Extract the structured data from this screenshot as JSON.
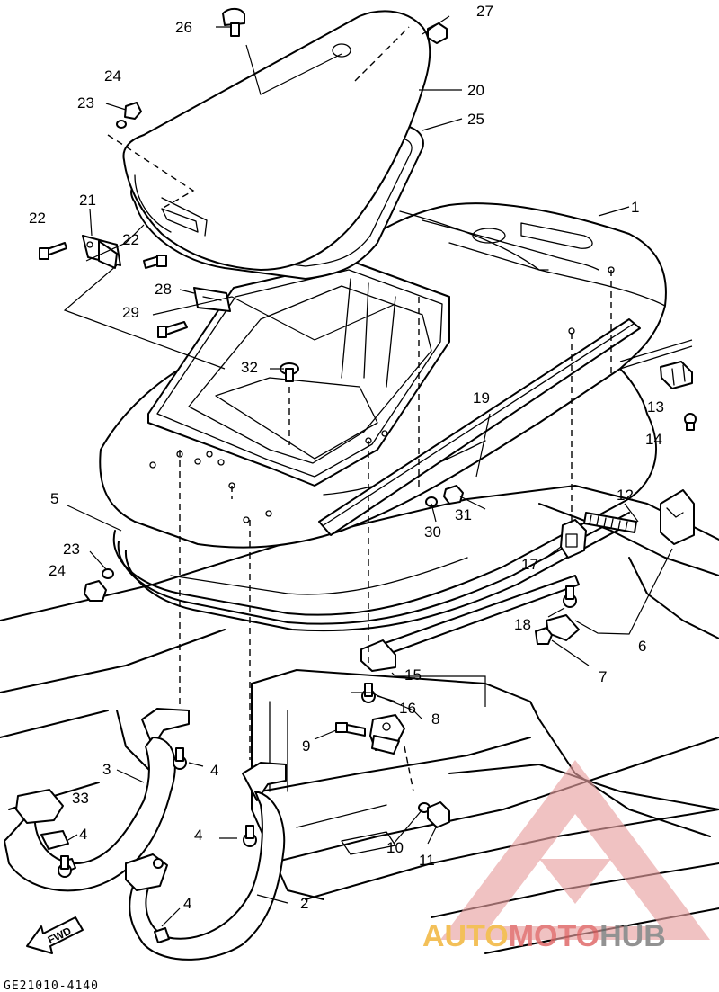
{
  "diagram": {
    "code": "GE21010-4140",
    "fwd_label": "FWD",
    "watermark": {
      "part1": "AUTO",
      "part2": "MOTO",
      "part3": "HUB",
      "color1": "#f2b63d",
      "color2": "#e06a6a",
      "color3": "#7f7f7f",
      "triangle_color": "#e8a0a0"
    },
    "callouts": [
      "26",
      "27",
      "20",
      "24",
      "23",
      "25",
      "1",
      "21",
      "22",
      "22",
      "28",
      "29",
      "32",
      "19",
      "13",
      "14",
      "5",
      "23",
      "30",
      "31",
      "12",
      "24",
      "17",
      "18",
      "6",
      "7",
      "15",
      "16",
      "8",
      "9",
      "3",
      "4",
      "4",
      "33",
      "4",
      "4",
      "4",
      "10",
      "11",
      "2"
    ]
  }
}
